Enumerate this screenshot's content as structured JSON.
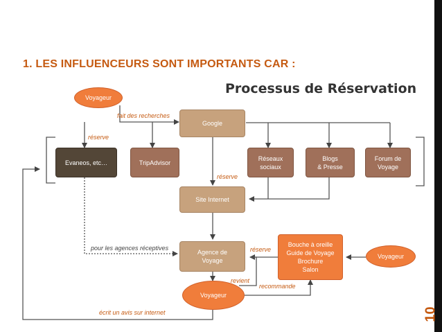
{
  "slide": {
    "title": "1. LES INFLUENCEURS SONT IMPORTANTS CAR :",
    "page_number": "10",
    "accent_color": "#c55a11"
  },
  "diagram": {
    "title": "Processus de Réservation",
    "nodes": {
      "voyageur_top": "Voyageur",
      "google": "Google",
      "evaneos": "Evaneos, etc…",
      "tripadvisor": "TripAdvisor",
      "reseaux": "Réseaux\nsociaux",
      "blogs": "Blogs\n& Presse",
      "forum": "Forum de\nVoyage",
      "site": "Site Internet",
      "agence": "Agence de\nVoyage",
      "bouche": "Bouche  à oreille\nGuide de Voyage\nBrochure\nSalon",
      "voyageur_right": "Voyageur",
      "voyageur_bottom": "Voyageur"
    },
    "labels": {
      "fait": "fait des recherches",
      "reserve_left": "réserve",
      "reserve_mid": "réserve",
      "pour": "pour les agences réceptives",
      "reserve_agence": "réserve",
      "revient": "revient",
      "recommande": "recommande",
      "ecrit": "écrit un avis sur internet"
    }
  }
}
